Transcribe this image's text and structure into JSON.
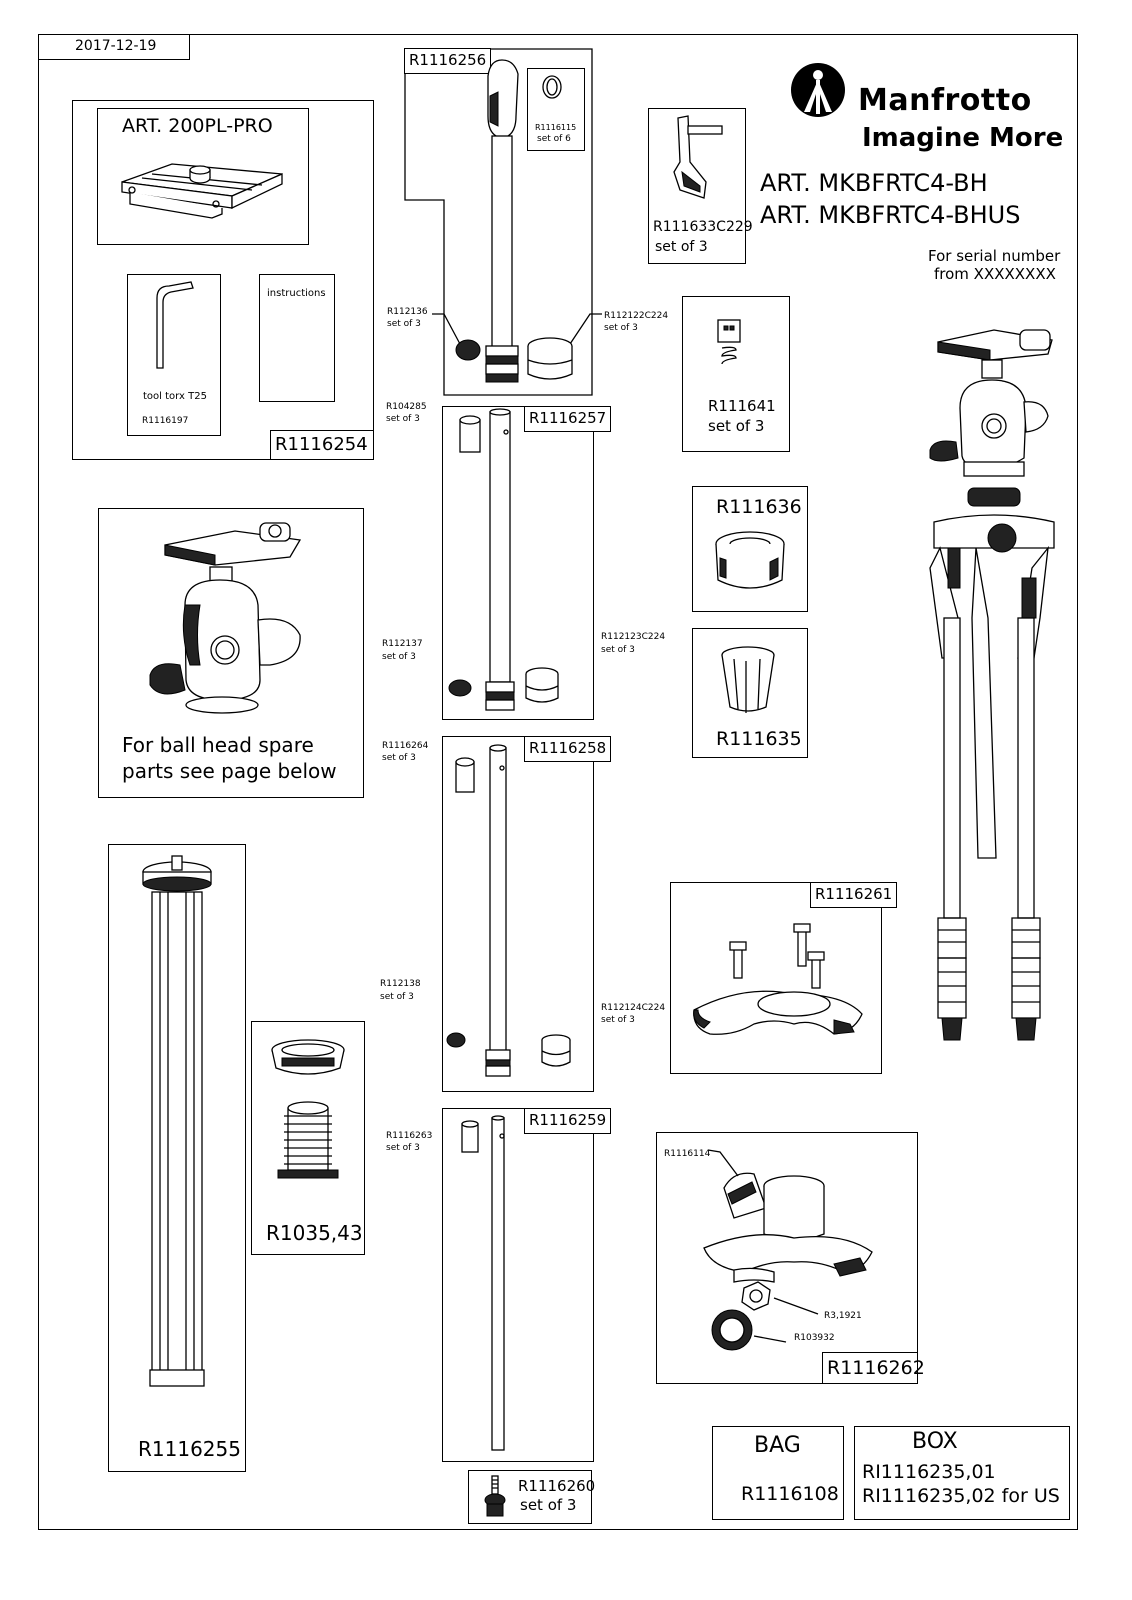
{
  "date": "2017-12-19",
  "brand": {
    "name": "Manfrotto",
    "tagline": "Imagine More"
  },
  "articles": [
    "ART. MKBFRTC4-BH",
    "ART. MKBFRTC4-BHUS"
  ],
  "serial": {
    "line1": "For serial number",
    "line2": "from XXXXXXXX"
  },
  "kit": {
    "plate_title": "ART. 200PL-PRO",
    "tool_label": "tool torx T25",
    "tool_code": "R1116197",
    "instructions": "instructions",
    "code": "R1116254"
  },
  "ballhead": {
    "line1": "For ball head spare",
    "line2": "parts see page below"
  },
  "center_column": {
    "code": "R1116255"
  },
  "r1035": {
    "code": "R1035,43"
  },
  "leg1": {
    "code": "R1116256",
    "top_part": "R1116115",
    "top_qty": "set of 6",
    "left_part": "R112136",
    "left_qty": "set of 3",
    "right_part": "R112122C224",
    "right_qty": "set of 3"
  },
  "leg2": {
    "code": "R1116257",
    "top_part": "R104285",
    "top_qty": "set of 3",
    "left_part": "R112137",
    "left_qty": "set of 3",
    "right_part": "R112123C224",
    "right_qty": "set of 3"
  },
  "leg3": {
    "code": "R1116258",
    "top_part": "R1116264",
    "top_qty": "set of 3",
    "left_part": "R112138",
    "left_qty": "set of 3",
    "right_part": "R112124C224",
    "right_qty": "set of 3"
  },
  "leg4": {
    "code": "R1116259",
    "top_part": "R1116263",
    "top_qty": "set of 3"
  },
  "foot": {
    "code": "R1116260",
    "qty": "set of 3"
  },
  "lock": {
    "code": "R111633C229",
    "qty": "set of 3"
  },
  "r111641": {
    "code": "R111641",
    "qty": "set of 3"
  },
  "r111636": {
    "code": "R111636"
  },
  "r111635": {
    "code": "R111635"
  },
  "spider": {
    "code": "R1116261"
  },
  "base": {
    "code": "R1116262",
    "part_a": "R1116114",
    "part_b": "R3,1921",
    "part_c": "R103932"
  },
  "bag": {
    "title": "BAG",
    "code": "R1116108"
  },
  "box": {
    "title": "BOX",
    "code1": "RI1116235,01",
    "code2": "RI1116235,02 for US"
  }
}
